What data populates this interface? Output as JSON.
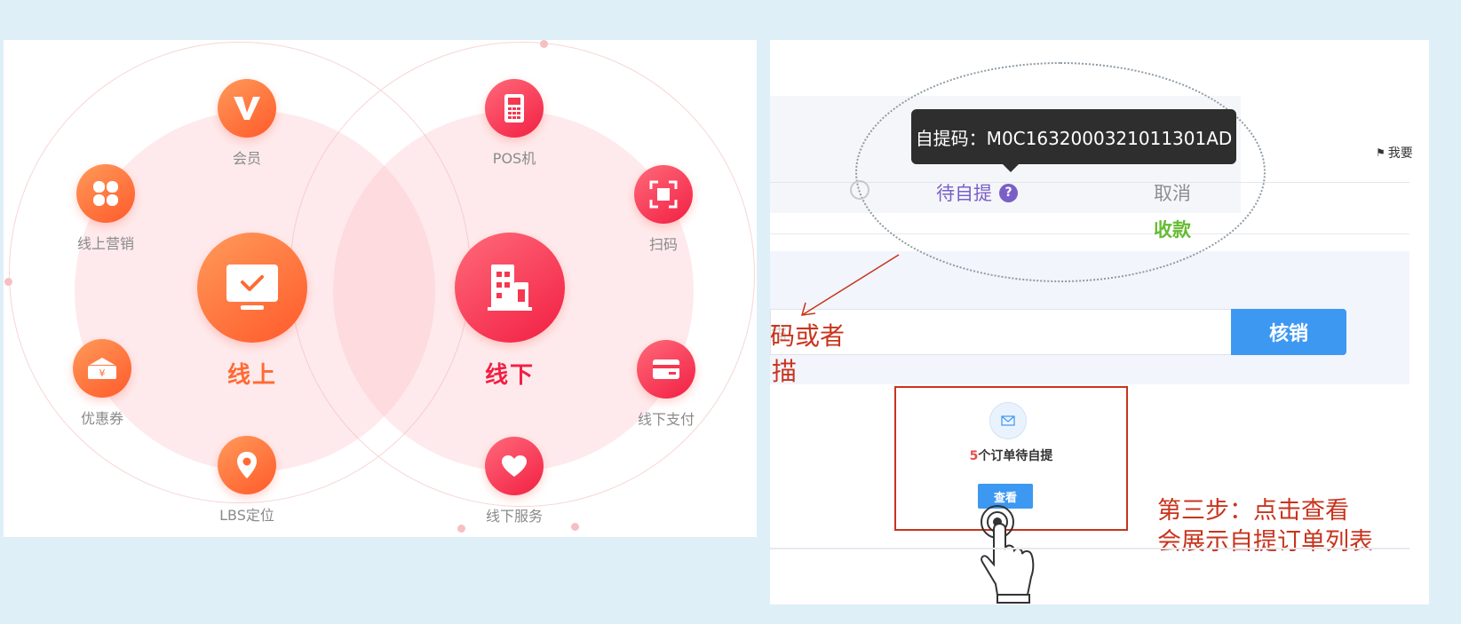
{
  "left": {
    "online": {
      "label": "线上",
      "icon": "monitor-check-icon"
    },
    "offline": {
      "label": "线下",
      "icon": "building-icon"
    },
    "online_items": [
      {
        "label": "会员",
        "icon": "vip-v-icon"
      },
      {
        "label": "线上营销",
        "icon": "clover-icon"
      },
      {
        "label": "优惠券",
        "icon": "coupon-ticket-icon"
      },
      {
        "label": "LBS定位",
        "icon": "location-pin-icon"
      }
    ],
    "offline_items": [
      {
        "label": "POS机",
        "icon": "pos-terminal-icon"
      },
      {
        "label": "扫码",
        "icon": "scan-frame-icon"
      },
      {
        "label": "线下支付",
        "icon": "card-icon"
      },
      {
        "label": "线下服务",
        "icon": "heart-icon"
      }
    ],
    "colors": {
      "orange": "#ff6a34",
      "red": "#f21f43"
    }
  },
  "right": {
    "tooltip": "自提码：M0C1632000321011301AD",
    "status": "待自提",
    "help_icon": "?",
    "cancel": "取消",
    "collect": "收款",
    "top_right_link": "我要",
    "input_partial": "描",
    "verify_button": "核销",
    "annotation_left_line1": "码或者",
    "annotation_left_line2": "描",
    "pending_count": "5",
    "pending_text": "个订单待自提",
    "view_button": "查看",
    "step_line1": "第三步：点击查看",
    "step_line2": "会展示自提订单列表",
    "colors": {
      "blue": "#3d98f2",
      "purple": "#7b5fc7",
      "green": "#66bb33",
      "annotation": "#c8341d"
    }
  }
}
